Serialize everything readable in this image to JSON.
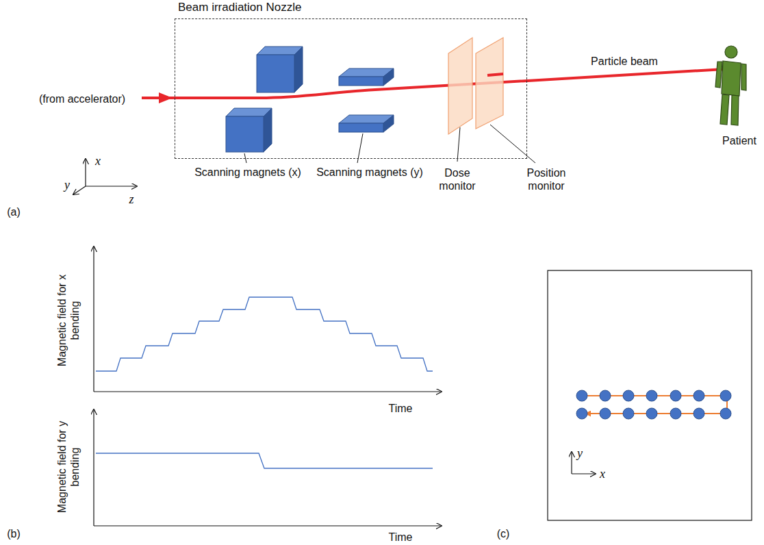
{
  "diagram": {
    "nodes": [
      {
        "text": [
          "Beam irradiation Nozzle"
        ]
      }
    ],
    "edges": [],
    "labels": [
      "(from accelerator)",
      "Particle beam",
      "Patient",
      "x",
      "y",
      "z",
      "Scanning magnets (x)",
      "Scanning magnets (y)",
      "Dose monitor",
      "Position monitor",
      "(a)",
      "Magnetic field for x bending",
      "Time",
      "Magnetic field for y bending",
      "Time",
      "(b)",
      "y",
      "x",
      "(c)"
    ]
  }
}
